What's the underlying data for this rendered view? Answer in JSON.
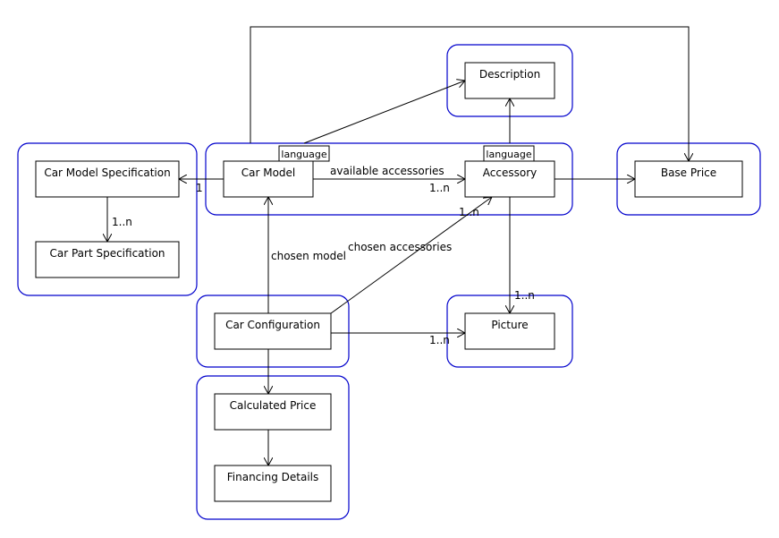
{
  "entities": {
    "car_model_specification": "Car Model Specification",
    "car_part_specification": "Car Part Specification",
    "car_model": "Car Model",
    "accessory": "Accessory",
    "description": "Description",
    "base_price": "Base Price",
    "picture": "Picture",
    "car_configuration": "Car Configuration",
    "calculated_price": "Calculated Price",
    "financing_details": "Financing Details"
  },
  "tags": {
    "car_model_language": "language",
    "accessory_language": "language"
  },
  "edge_labels": {
    "available_accessories": "available accessories",
    "available_accessories_mult": "1..n",
    "car_model_spec_mult": "1",
    "spec_part_mult": "1..n",
    "chosen_model": "chosen model",
    "chosen_accessories": "chosen accessories",
    "chosen_accessories_mult": "1..n",
    "accessory_picture_mult": "1..n",
    "config_picture_mult": "1..n"
  },
  "colors": {
    "group_border": "#0000cc",
    "box_border": "#000000",
    "background": "#ffffff"
  }
}
